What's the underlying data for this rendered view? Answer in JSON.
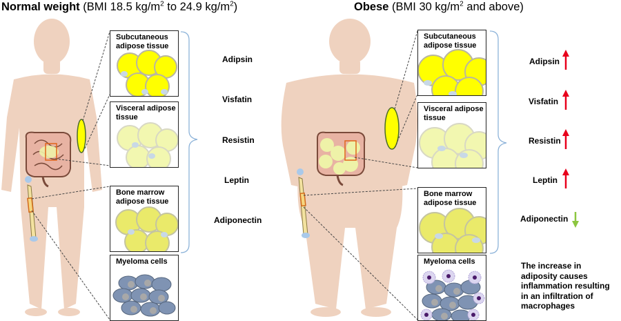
{
  "left": {
    "heading_bold": "Normal weight",
    "heading_pre": " (BMI 18.5 kg/m",
    "heading_sup1": "2",
    "heading_mid": " to 24.9 kg/m",
    "heading_sup2": "2",
    "heading_post": ")"
  },
  "right": {
    "heading_bold": "Obese",
    "heading_pre": " (BMI 30 kg/m",
    "heading_sup": "2",
    "heading_post": " and above)"
  },
  "panels": {
    "subcutaneous": "Subcutaneous adipose tissue",
    "visceral": "Visceral adipose tissue",
    "bone_marrow": "Bone marrow adipose tissue",
    "myeloma": "Myeloma cells"
  },
  "adipokines": [
    "Adipsin",
    "Visfatin",
    "Resistin",
    "Leptin",
    "Adiponectin"
  ],
  "arrows": [
    "up",
    "up",
    "up",
    "up",
    "down"
  ],
  "colors": {
    "skin": "#efd2bf",
    "fat_bright": "#ffff00",
    "fat_pale": "#f2f7b0",
    "fat_marrow": "#eaea6a",
    "up_arrow": "#e8001c",
    "down_arrow": "#8cc63f",
    "bracket": "#8db3d9"
  },
  "note": "The increase in adiposity causes inflammation resulting in an infiltration of macrophages"
}
